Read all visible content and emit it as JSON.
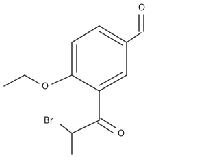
{
  "structure": {
    "atoms": {
      "aldehyde_oxygen": "O",
      "ether_oxygen": "O",
      "bromine": "Br",
      "ketone_oxygen": "O"
    }
  }
}
